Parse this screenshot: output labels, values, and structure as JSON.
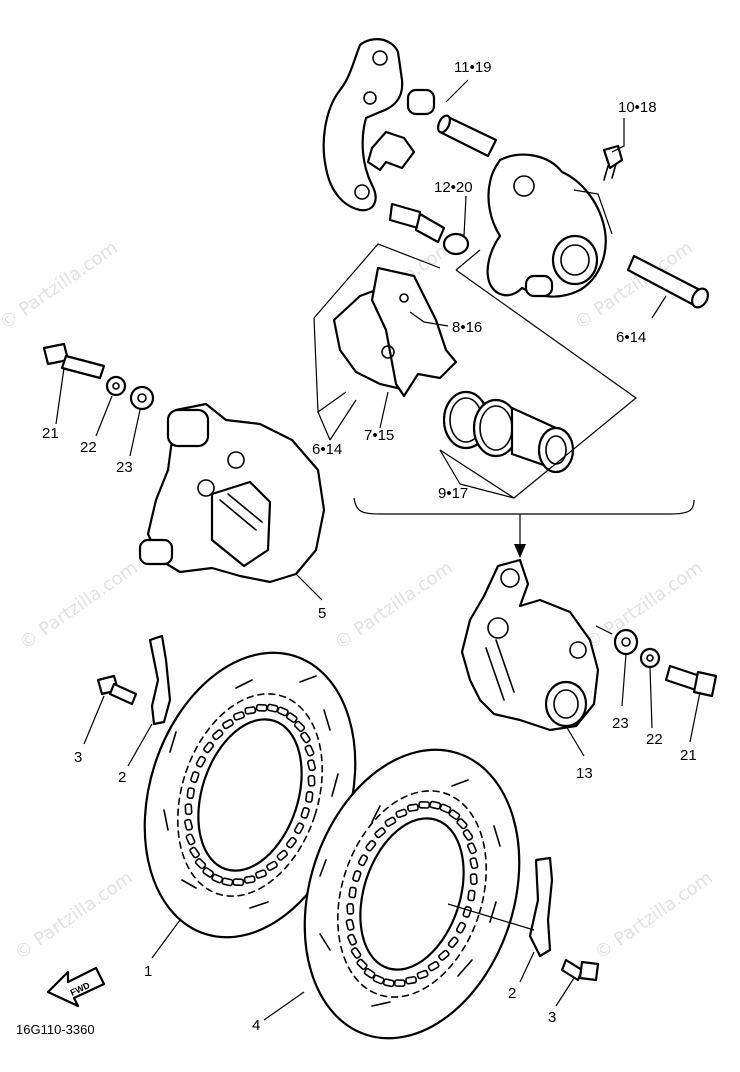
{
  "diagram": {
    "code": "16G110-3360",
    "fwd_label": "FWD",
    "watermark": "© Partzilla.com",
    "callouts": {
      "c_11_19": "11•19",
      "c_10_18": "10•18",
      "c_12_20": "12•20",
      "c_8_16": "8•16",
      "c_6_14_top": "6•14",
      "c_6_14_pad": "6•14",
      "c_7_15": "7•15",
      "c_9_17": "9•17",
      "c_21_left": "21",
      "c_22_left": "22",
      "c_23_left": "23",
      "c_5": "5",
      "c_3_left": "3",
      "c_2_left": "2",
      "c_1": "1",
      "c_23_right": "23",
      "c_22_right": "22",
      "c_21_right": "21",
      "c_13": "13",
      "c_2_right": "2",
      "c_3_right": "3",
      "c_4": "4"
    }
  }
}
